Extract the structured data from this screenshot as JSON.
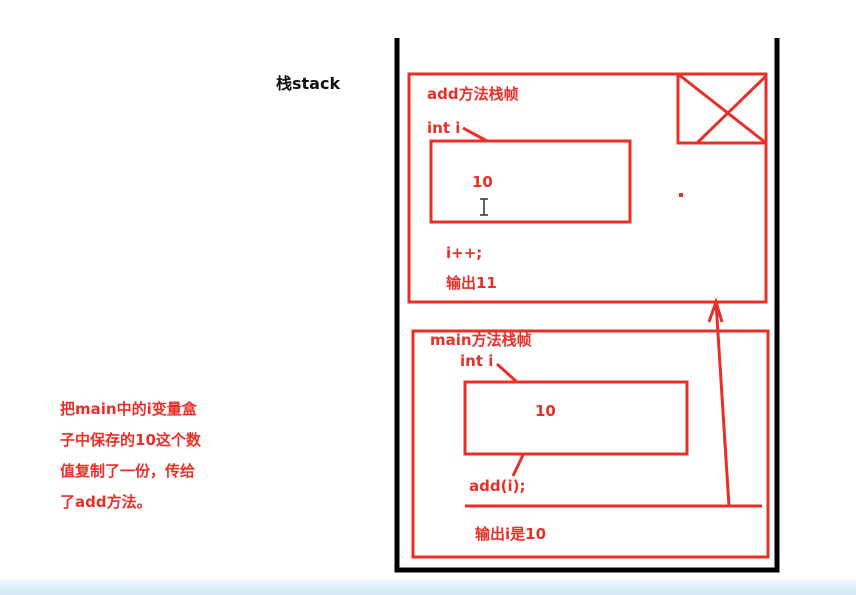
{
  "stack_label": "栈stack",
  "add_frame": {
    "title": "add方法栈帧",
    "var_label": "int i",
    "value": "10",
    "stmt": "i++;",
    "output": "输出11"
  },
  "main_frame": {
    "title": "main方法栈帧",
    "var_label": "int i",
    "value": "10",
    "call": "add(i);",
    "output": "输出i是10"
  },
  "note_lines": [
    "把main中的i变量盒",
    "子中保存的10这个数",
    "值复制了一份，传给",
    "了add方法。"
  ],
  "colors": {
    "red": "#e8302a",
    "black": "#000000"
  }
}
